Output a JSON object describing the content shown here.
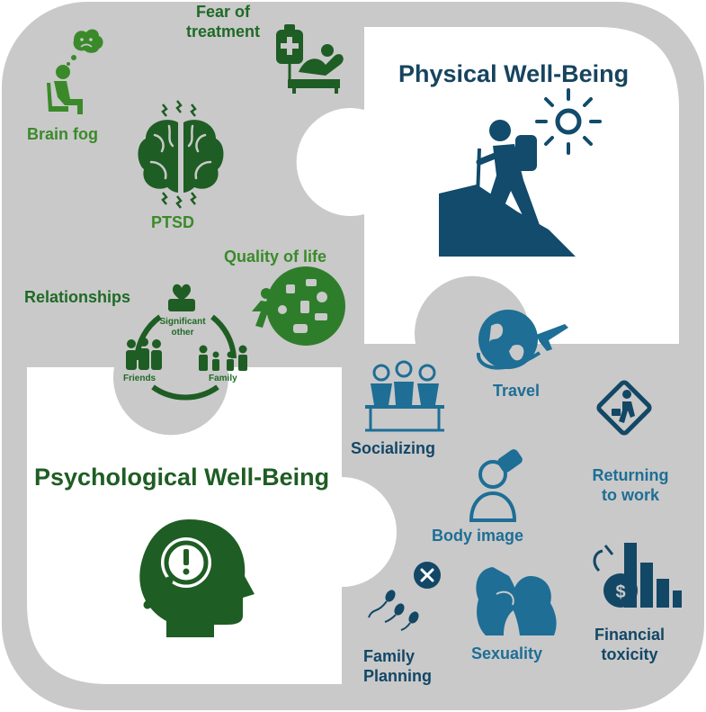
{
  "colors": {
    "frame_gray": "#c9c9c9",
    "piece_white": "#ffffff",
    "green_light": "#3a8a2a",
    "green_dark": "#1f6a26",
    "blue_mid": "#1e6e96",
    "blue_dark": "#134766"
  },
  "physical": {
    "title": "Physical Well-Being",
    "icon": "hiker-sun-icon"
  },
  "psychological": {
    "title": "Psychological Well-Being",
    "icon": "head-magnifier-exclamation-icon"
  },
  "green_topics": {
    "fear": {
      "line1": "Fear of",
      "line2": "treatment",
      "icon": "iv-bag-bed-icon"
    },
    "brain_fog": {
      "label": "Brain fog",
      "icon": "sad-thought-person-icon"
    },
    "ptsd": {
      "label": "PTSD",
      "icon": "brain-icon"
    },
    "quality": {
      "label": "Quality of life",
      "icon": "life-circle-icon"
    },
    "relationships": {
      "label": "Relationships",
      "significant_line1": "Significant",
      "significant_line2": "other",
      "friends": "Friends",
      "family": "Family",
      "icon": "relationship-cycle-icon"
    }
  },
  "blue_topics": {
    "travel": {
      "label": "Travel",
      "icon": "globe-plane-icon"
    },
    "socializing": {
      "label": "Socializing",
      "icon": "people-table-icon"
    },
    "returning": {
      "line1": "Returning",
      "line2": "to work",
      "icon": "worker-sign-icon"
    },
    "body_image": {
      "label": "Body image",
      "icon": "mirror-face-icon"
    },
    "family_planning": {
      "line1": "Family",
      "line2": "Planning",
      "icon": "sperm-x-icon"
    },
    "sexuality": {
      "label": "Sexuality",
      "icon": "couple-kiss-icon"
    },
    "financial": {
      "line1": "Financial",
      "line2": "toxicity",
      "icon": "money-bars-icon"
    }
  }
}
